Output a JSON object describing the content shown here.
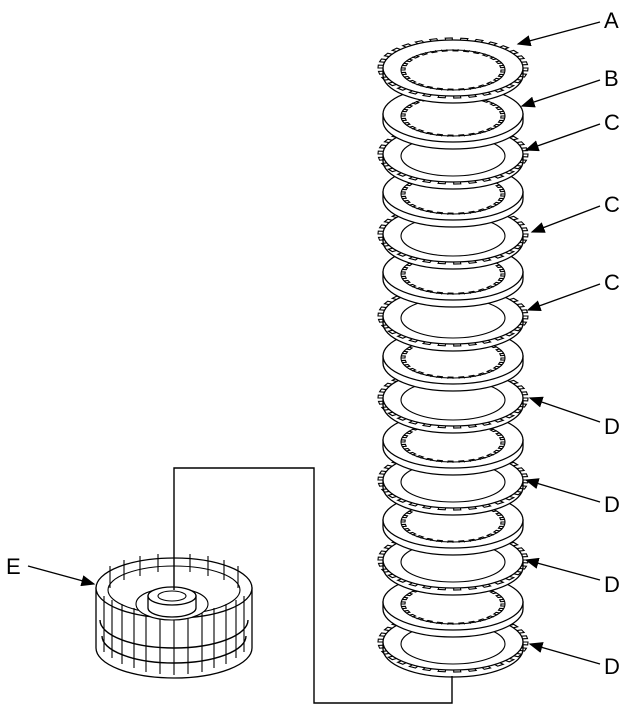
{
  "labels": {
    "a": "A",
    "b": "B",
    "c1": "C",
    "c2": "C",
    "c3": "C",
    "d1": "D",
    "d2": "D",
    "d3": "D",
    "d4": "D",
    "e": "E"
  },
  "colors": {
    "line": "#000000",
    "background": "#ffffff"
  }
}
